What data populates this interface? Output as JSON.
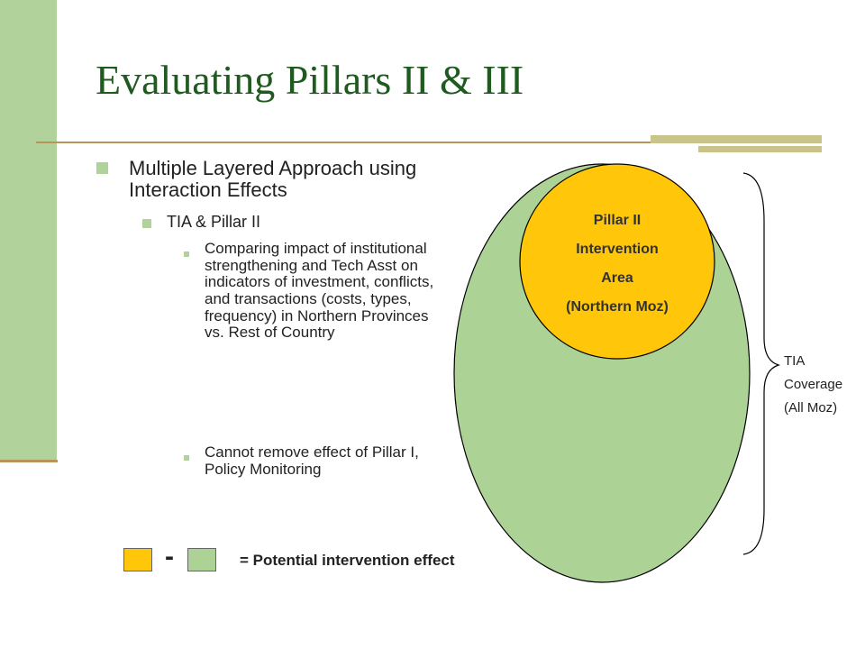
{
  "slide": {
    "title": "Evaluating Pillars II & III"
  },
  "bullets": {
    "level1": "Multiple Layered Approach using Interaction Effects",
    "level2": "TIA & Pillar II",
    "level3_a": "Comparing impact of institutional strengthening and Tech Asst on indicators of investment, conflicts, and transactions (costs, types, frequency) in Northern Provinces vs. Rest of Country",
    "level3_b": "Cannot remove effect of Pillar I, Policy Monitoring"
  },
  "diagram": {
    "inner_circle_lines": [
      "Pillar II",
      "Intervention",
      "Area",
      "(Northern Moz)"
    ],
    "outer_label_lines": [
      "TIA",
      "Coverage",
      "(All Moz)"
    ],
    "colors": {
      "outer_ellipse": "#acd295",
      "inner_circle": "#ffc60a",
      "outline": "#000000"
    }
  },
  "legend": {
    "minus": "-",
    "text": "= Potential intervention effect",
    "colors": {
      "yellow": "#ffc60a",
      "green": "#acd295"
    }
  }
}
